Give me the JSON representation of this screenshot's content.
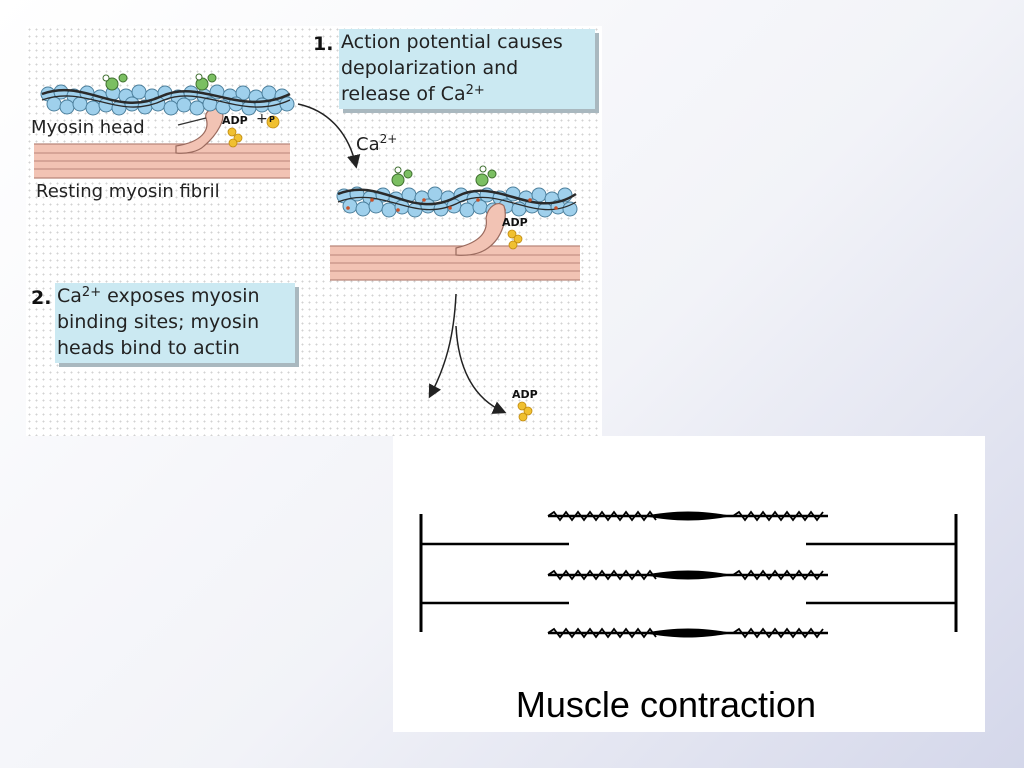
{
  "figure": {
    "step1": {
      "number": "1.",
      "line1": "Action potential causes",
      "line2": "depolarization and",
      "line3_prefix": "release of Ca",
      "line3_sup": "2+"
    },
    "step2": {
      "number": "2.",
      "line1_prefix": "Ca",
      "line1_sup": "2+",
      "line1_suffix": " exposes myosin",
      "line2": "binding sites; myosin",
      "line3": "heads bind to actin"
    },
    "labels": {
      "myosin_head": "Myosin head",
      "resting_fibril": "Resting myosin fibril",
      "adp_pi_adp": "ADP",
      "adp_pi_plus": "+",
      "adp_pi_p": "P",
      "ca_arrow_prefix": "Ca",
      "ca_arrow_sup": "2+",
      "bound_adp": "ADP",
      "released_adp": "ADP"
    },
    "colors": {
      "callout_bg": "#cbe9f2",
      "actin_bead": "#9fd0ec",
      "myosin_fibril": "#f2c3b4",
      "troponin": "#7bbf62",
      "phosphate": "#f0c030"
    }
  },
  "sarcomere": {
    "caption": "Muscle contraction"
  }
}
